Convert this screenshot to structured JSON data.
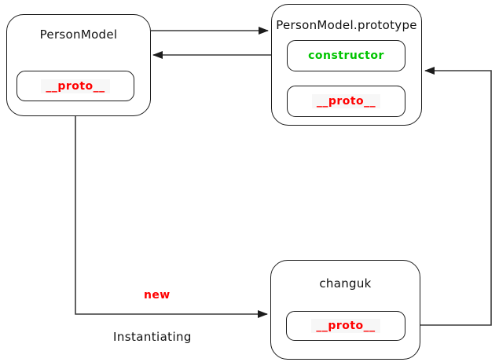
{
  "colors": {
    "red": "#ff0000",
    "green": "#00c400",
    "line": "#3a3a3a",
    "border": "#1c1c1c"
  },
  "nodes": {
    "person_model": {
      "title": "PersonModel",
      "proto_label": "__proto__"
    },
    "prototype": {
      "title": "PersonModel.prototype",
      "constructor_label": "constructor",
      "proto_label": "__proto__"
    },
    "instance": {
      "title": "changuk",
      "proto_label": "__proto__"
    }
  },
  "labels": {
    "new_keyword": "new",
    "caption": "Instantiating"
  }
}
